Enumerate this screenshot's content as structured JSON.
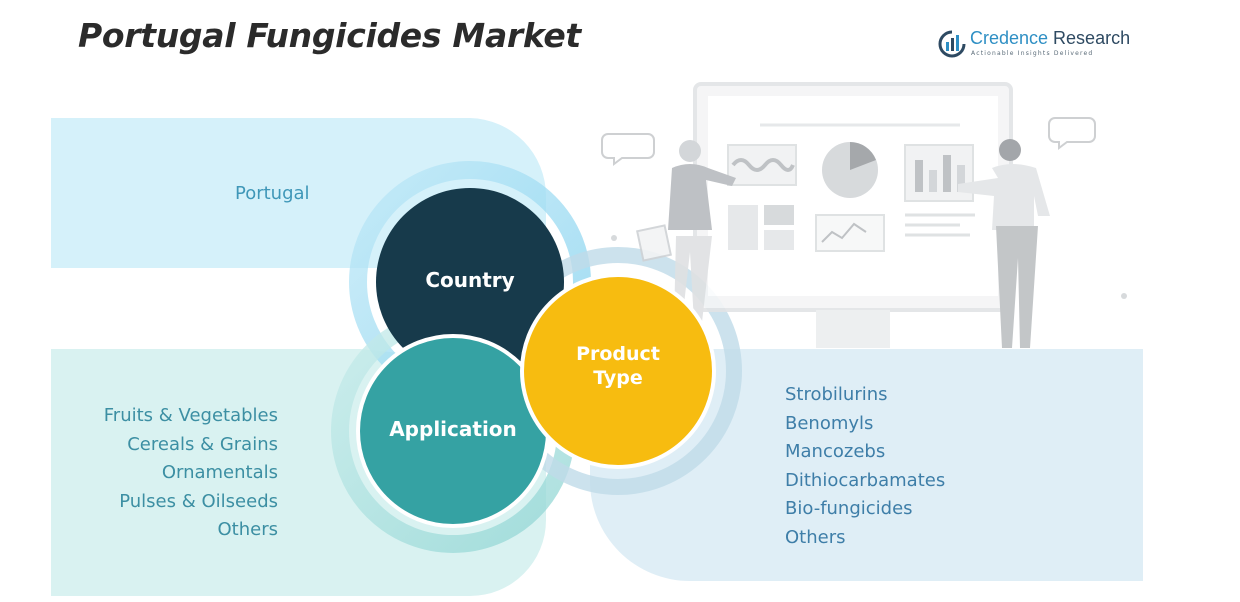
{
  "title": "Portugal Fungicides Market",
  "brand": {
    "name_part1": "Credence",
    "name_part2": " Research",
    "tagline": "Actionable Insights Delivered"
  },
  "segments": {
    "country": {
      "label": "Country",
      "items": [
        "Portugal"
      ]
    },
    "application": {
      "label": "Application",
      "items": [
        "Fruits & Vegetables",
        "Cereals & Grains",
        "Ornamentals",
        "Pulses & Oilseeds",
        "Others"
      ]
    },
    "product_type": {
      "label_line1": "Product",
      "label_line2": "Type",
      "items": [
        "Strobilurins",
        "Benomyls",
        "Mancozebs",
        "Dithiocarbamates",
        "Bio-fungicides",
        "Others"
      ]
    }
  },
  "colors": {
    "country_circle": "#173a4b",
    "application_circle": "#35a2a3",
    "product_circle": "#f7bc10",
    "country_panel": "#d5f1fa",
    "application_panel": "#d9f2f1",
    "product_panel": "#dfeef6"
  }
}
